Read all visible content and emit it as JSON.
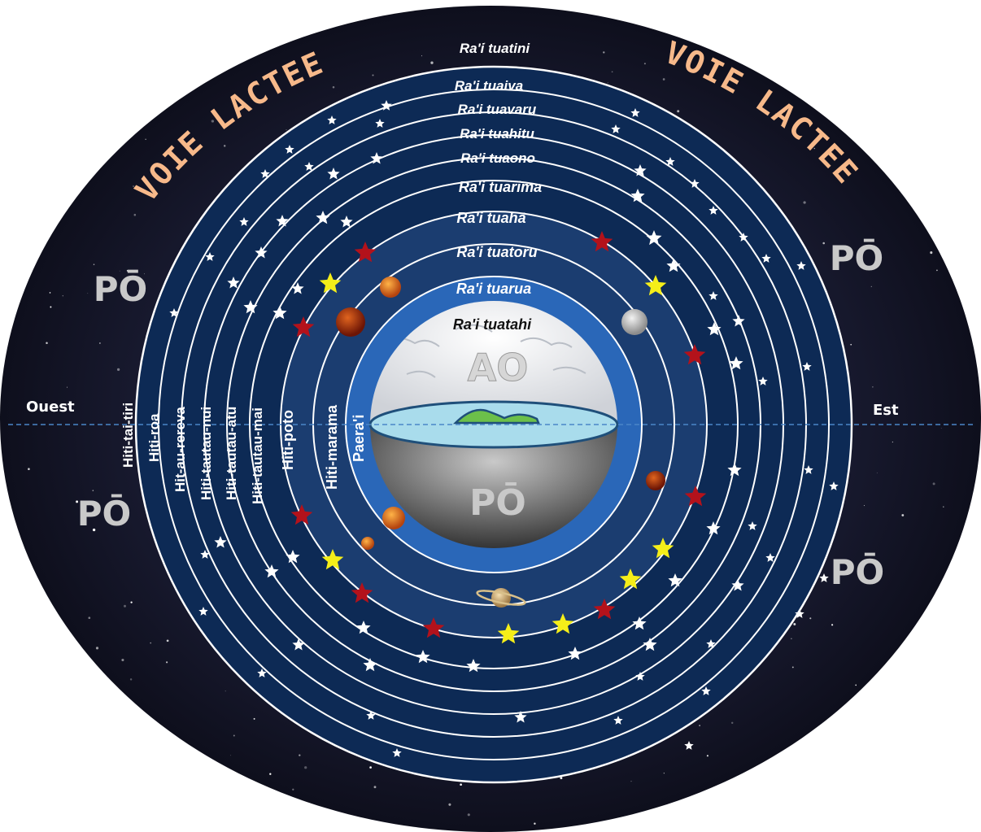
{
  "cosmos": {
    "horizon": {
      "west": "Ouest",
      "east": "Est"
    },
    "milky_way": {
      "left": "VOIE LACTEE",
      "right": "VOIE LACTEE"
    },
    "po_corners": [
      "PŌ",
      "PŌ",
      "PŌ",
      "PŌ"
    ],
    "ao_label": "AO",
    "po_center_label": "PŌ",
    "heavens": [
      "Ra'i tuatini",
      "Ra'i tuaiva",
      "Ra'i tuavaru",
      "Ra'i tuahitu",
      "Ra'i tuaono",
      "Ra'i tuarima",
      "Ra'i tuahā",
      "Ra'i tuatoru",
      "Ra'i tuarua",
      "Ra'i tuatahi"
    ],
    "hiti": [
      "Hiti-tai-tiri",
      "Hiti-roa",
      "Hit-au-rereva",
      "Hiti-tautau-nui",
      "Hiti-tautau-atu",
      "Hiti-tautau-mai",
      "Hiti-poto",
      "Hiti-marama",
      "Paera'i"
    ],
    "colors": {
      "sky_background": "#0d0f1a",
      "ring_dark": "#0d2a55",
      "ring_mid": "#1b3d70",
      "ring_blue": "#2a67b8",
      "ring_stroke": "#ffffff",
      "ocean": "#a9dcec",
      "land": "#6cc04a",
      "star_white": "#ffffff",
      "star_red": "#b3121b",
      "star_yellow": "#f5ee19",
      "voie_lactee": "#f7b98a",
      "horizon_line": "#4a86c8"
    }
  }
}
